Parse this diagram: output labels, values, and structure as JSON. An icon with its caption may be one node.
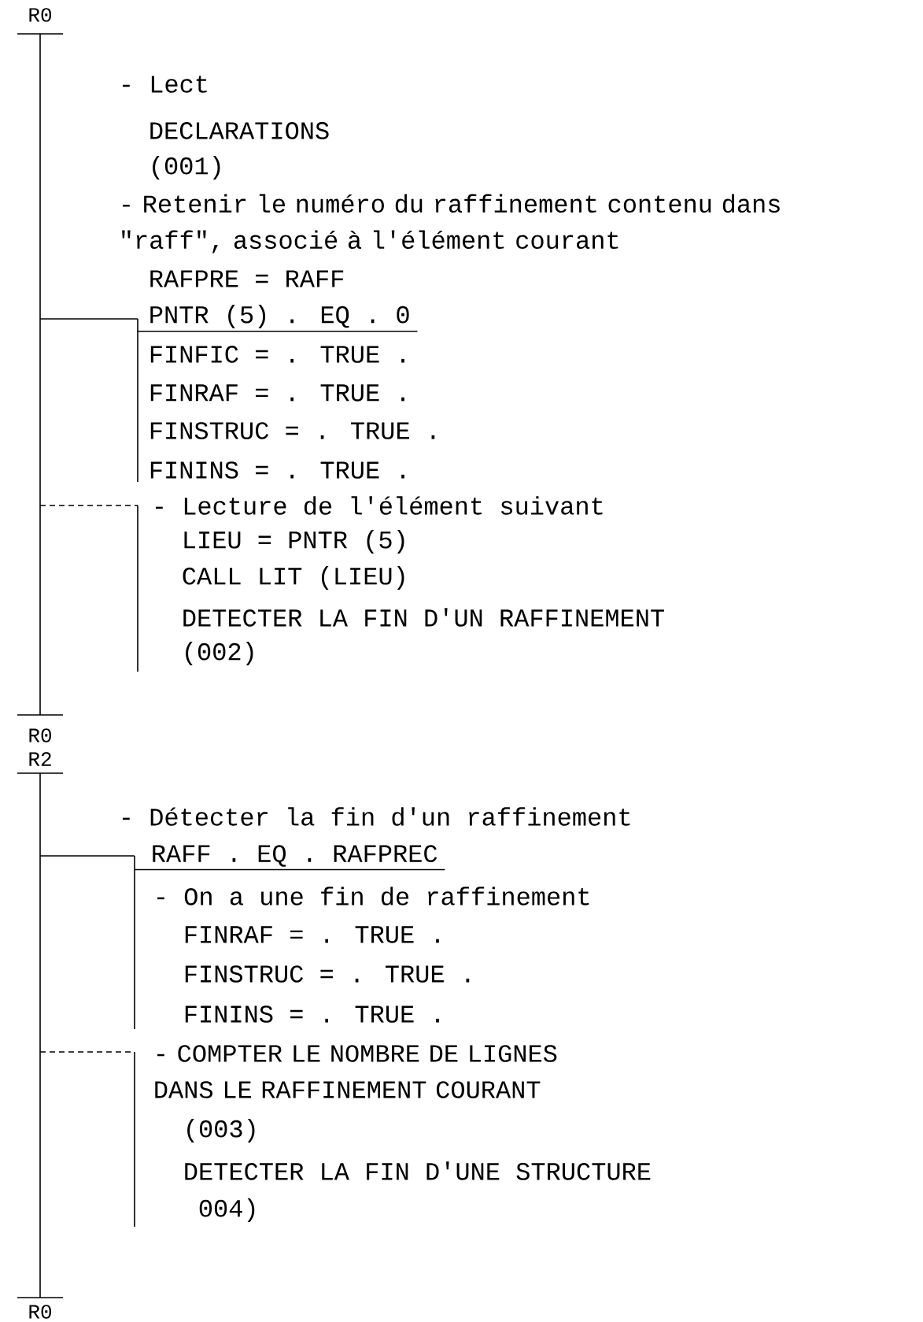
{
  "diagram": {
    "nodes": [
      {
        "text": [
          "R0",
          "- Lect",
          "DECLARATIONS",
          "(001)",
          "- Retenir le numéro du raffinement contenu dans \"raff\", associé à l'élément courant",
          "RAFPRE = RAFF",
          "R0"
        ]
      },
      {
        "text": [
          "PNTR (5) . EQ . 0",
          "FINFIC = . TRUE .",
          "FINRAF = . TRUE .",
          "FINSTRUC = . TRUE .",
          "FININS = . TRUE ."
        ],
        "in": 0
      },
      {
        "text": [
          "- Lecture de l'élément suivant",
          "LIEU = PNTR (5)",
          "CALL LIT (LIEU)",
          "DETECTER LA FIN D'UN RAFFINEMENT",
          "(002)"
        ],
        "in": 0
      },
      {
        "text": [
          "R2",
          "- Détecter la fin d'un raffinement",
          "R0"
        ]
      },
      {
        "text": [
          "RAFF . EQ . RAFPREC",
          "- On a une fin de raffinement",
          "FINRAF = . TRUE .",
          "FINSTRUC = . TRUE .",
          "FININS = . TRUE ."
        ],
        "in": 3
      },
      {
        "text": [
          "- COMPTER LE NOMBRE DE LIGNES DANS LE RAFFINEMENT COURANT",
          "(003)",
          "DETECTER LA FIN D'UNE STRUCTURE",
          "004)"
        ],
        "in": 3
      }
    ],
    "edges": [
      {
        "from": 0,
        "to": 1,
        "arrow": "none"
      },
      {
        "from": 0,
        "to": 2,
        "arrow": "none",
        "style": "dashed"
      },
      {
        "from": 3,
        "to": 4,
        "arrow": "none"
      },
      {
        "from": 3,
        "to": 5,
        "arrow": "none",
        "style": "dashed"
      }
    ]
  }
}
